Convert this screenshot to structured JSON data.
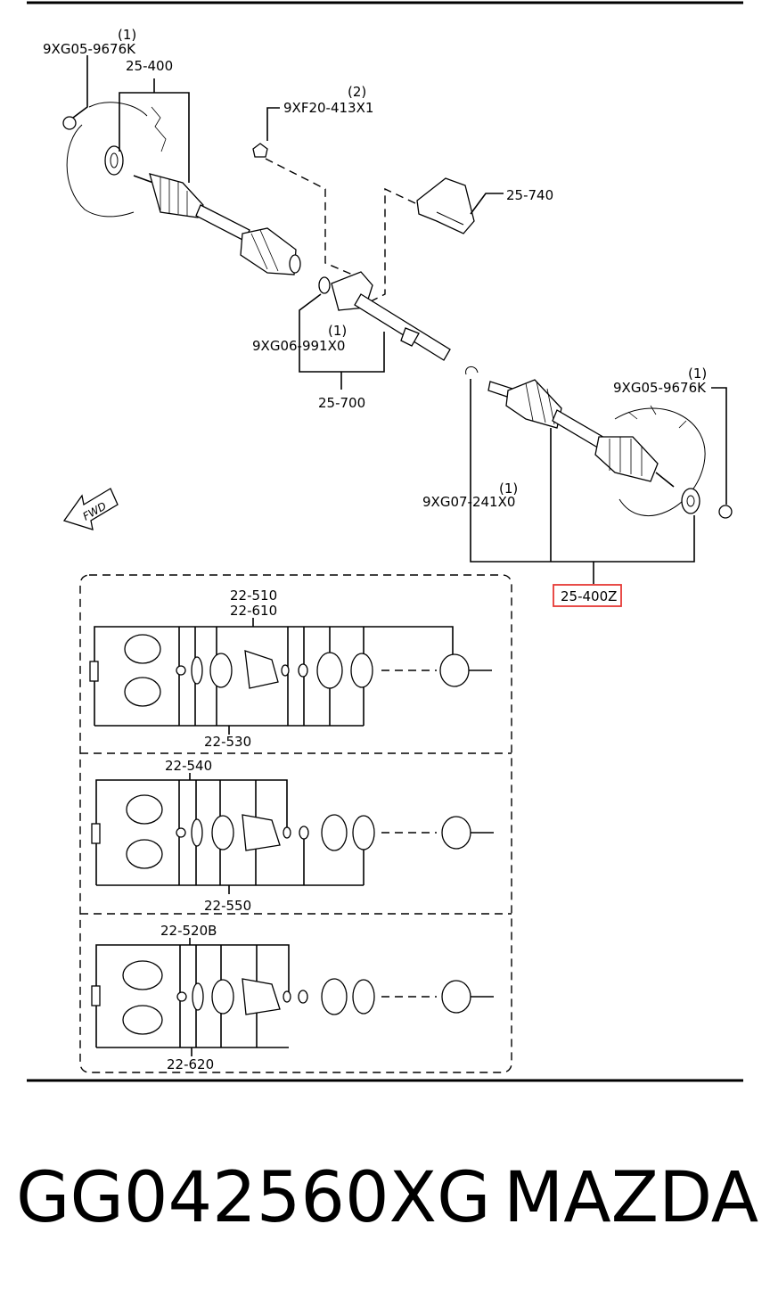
{
  "callouts": {
    "qty_top_left": "(1)",
    "nut_top_left": "9XG05-9676K",
    "assy_left": "25-400",
    "qty_bolt": "(2)",
    "bolt": "9XF20-413X1",
    "bracket": "25-740",
    "qty_ring": "(1)",
    "ring": "9XG06-991X0",
    "shaft": "25-700",
    "qty_nut_right": "(1)",
    "nut_right": "9XG05-9676K",
    "qty_clip": "(1)",
    "clip": "9XG07-241X0",
    "assy_right": "25-400Z",
    "fwd": "FWD"
  },
  "kits": [
    {
      "labels": [
        "22-510",
        "22-610"
      ],
      "bottom_label": "22-530"
    },
    {
      "labels": [
        "22-540"
      ],
      "bottom_label": "22-550"
    },
    {
      "labels": [
        "22-520B"
      ],
      "bottom_label": "22-620"
    }
  ],
  "footer": {
    "part_number": "GG042560XG",
    "brand": "MAZDA"
  },
  "colors": {
    "highlight": "#e53935",
    "ink": "#000000"
  }
}
